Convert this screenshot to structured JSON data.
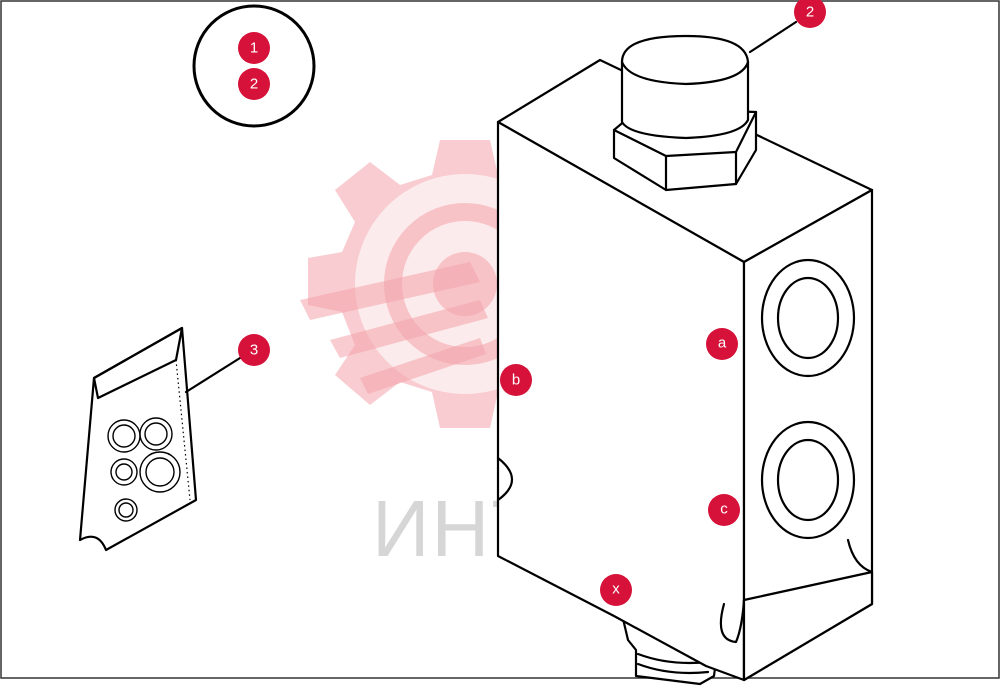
{
  "callouts": [
    {
      "id": "legend-1",
      "label": "1"
    },
    {
      "id": "legend-2",
      "label": "2"
    },
    {
      "id": "plug",
      "label": "2"
    },
    {
      "id": "seal-kit",
      "label": "3"
    },
    {
      "id": "port-a",
      "label": "a"
    },
    {
      "id": "port-b",
      "label": "b"
    },
    {
      "id": "port-c",
      "label": "c"
    },
    {
      "id": "port-x",
      "label": "x"
    }
  ],
  "watermark": {
    "text": "ИНТЕХ",
    "color": "#e8414d"
  },
  "accent_color": "#d6123a"
}
